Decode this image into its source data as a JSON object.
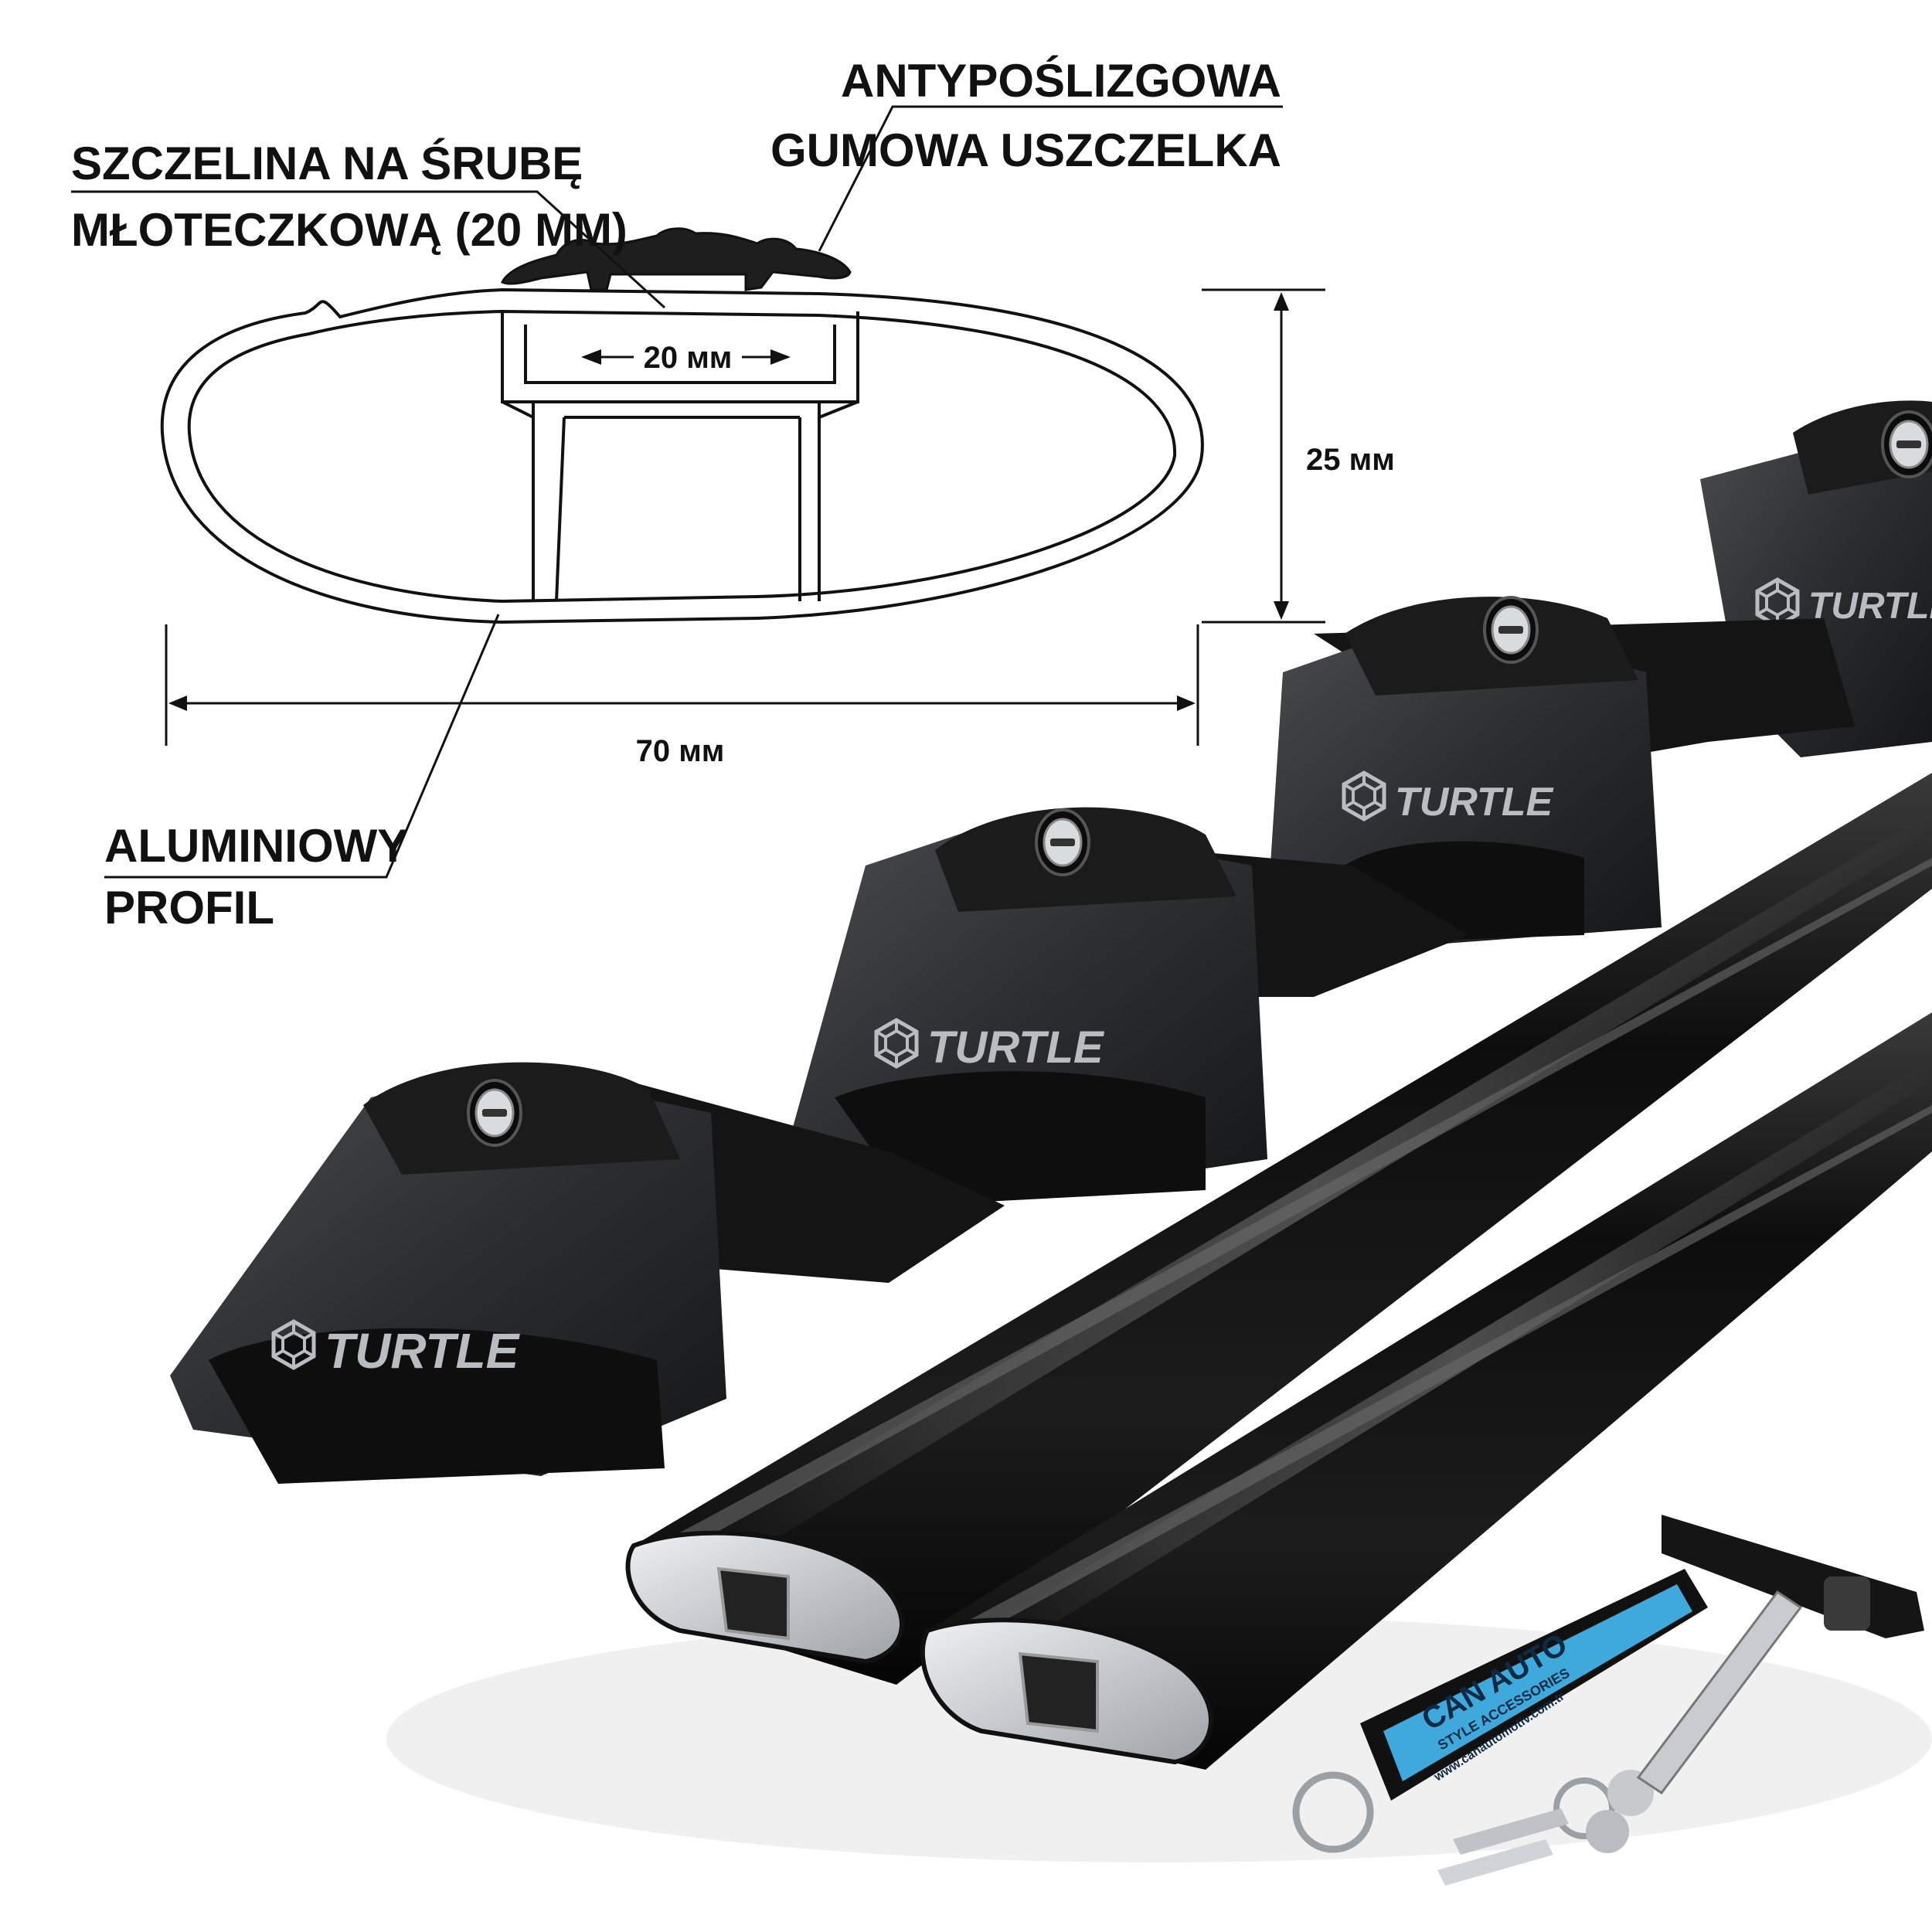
{
  "callouts": {
    "slot_line1": "SZCZELINA NA ŚRUBĘ",
    "slot_line2": "MŁOTECZKOWĄ (20 MM)",
    "seal_line1": "ANTYPOŚLIZGOWA",
    "seal_line2": "GUMOWA USZCZELKA",
    "profile_line1": "ALUMINIOWY",
    "profile_line2": "PROFIL"
  },
  "dimensions": {
    "slot_width": "20 мм",
    "height": "25 мм",
    "width": "70 мм"
  },
  "product": {
    "brand": "TURTLE",
    "tag_line1": "CAN AUTO",
    "tag_line2": "STYLE ACCESSORIES",
    "tag_url": "www.canautomotiv.com.tr"
  },
  "colors": {
    "background": "#ffffff",
    "diagram_stroke": "#111111",
    "rubber_seal": "#1e1e1e",
    "foot_body": "#2a2b2d",
    "bar_body": "#101010",
    "aluminium": "#c8ccd0",
    "tag_blue": "#3fa9dc"
  }
}
